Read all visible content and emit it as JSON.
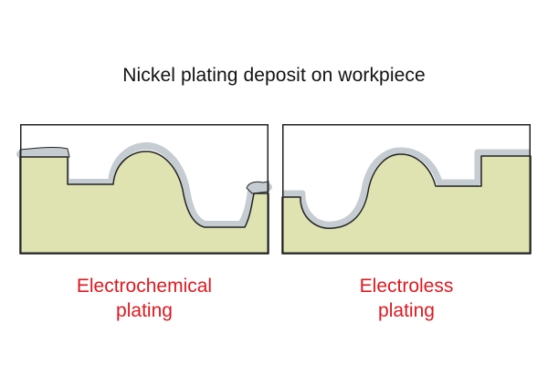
{
  "title": "Nickel plating deposit on workpiece",
  "colors": {
    "workpiece": "#dfe3b1",
    "coating": "#c5ccd2",
    "outline": "#222222",
    "caption": "#e0181f",
    "title": "#111111"
  },
  "panels": [
    {
      "id": "electrochemical",
      "caption_lines": [
        "Electrochemical",
        "plating"
      ],
      "coating": "uneven"
    },
    {
      "id": "electroless",
      "caption_lines": [
        "Electroless",
        "plating"
      ],
      "coating": "uniform"
    }
  ]
}
